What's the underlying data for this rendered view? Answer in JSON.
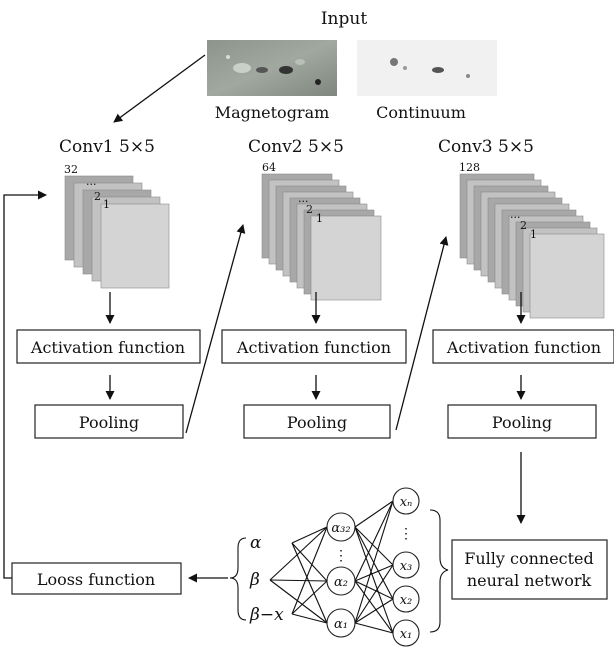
{
  "input": {
    "title": "Input",
    "magnetogram_label": "Magnetogram",
    "continuum_label": "Continuum"
  },
  "columns": [
    {
      "conv_label": "Conv1 5×5",
      "stack_top": "32",
      "stack_dots": "···",
      "stack_2": "2",
      "stack_1": "1",
      "activation": "Activation function",
      "pooling": "Pooling"
    },
    {
      "conv_label": "Conv2 5×5",
      "stack_top": "64",
      "stack_dots": "···",
      "stack_2": "2",
      "stack_1": "1",
      "activation": "Activation function",
      "pooling": "Pooling"
    },
    {
      "conv_label": "Conv3 5×5",
      "stack_top": "128",
      "stack_dots": "···",
      "stack_2": "2",
      "stack_1": "1",
      "activation": "Activation function",
      "pooling": "Pooling"
    }
  ],
  "fcnn": {
    "label_line1": "Fully connected",
    "label_line2": "neural network"
  },
  "loss": {
    "label": "Looss function"
  },
  "params": {
    "alpha": "α",
    "beta": "β",
    "beta_minus_x": "β−x"
  },
  "network": {
    "hidden_nodes": [
      "α₃₂",
      "α₂",
      "α₁"
    ],
    "hidden_dots": "⋮",
    "output_nodes": [
      "xₙ",
      "x₃",
      "x₂",
      "x₁"
    ],
    "output_dots": "⋮"
  }
}
